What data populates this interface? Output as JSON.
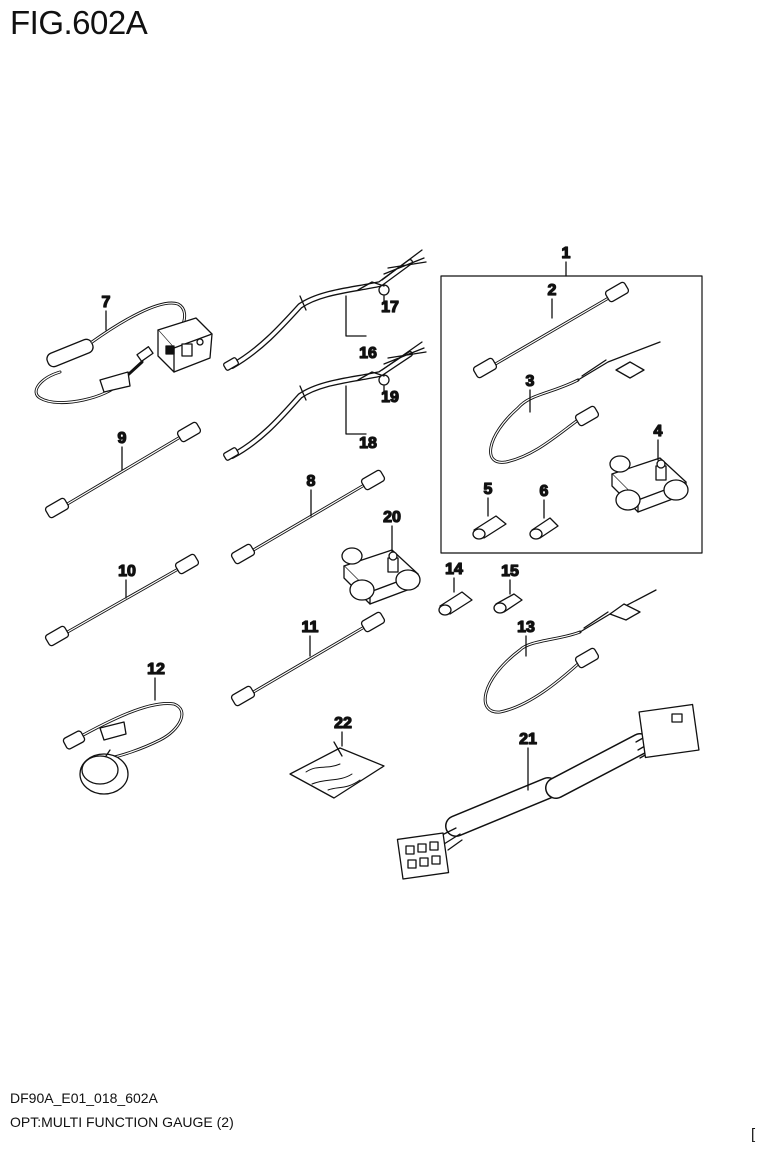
{
  "figure": {
    "title": "FIG.602A"
  },
  "callouts": {
    "c1": "1",
    "c2": "2",
    "c3": "3",
    "c4": "4",
    "c5": "5",
    "c6": "6",
    "c7": "7",
    "c8": "8",
    "c9": "9",
    "c10": "10",
    "c11": "11",
    "c12": "12",
    "c13": "13",
    "c14": "14",
    "c15": "15",
    "c16": "16",
    "c17": "17",
    "c18": "18",
    "c19": "19",
    "c20": "20",
    "c21": "21",
    "c22": "22"
  },
  "footer": {
    "code": "DF90A_E01_018_602A",
    "description": "OPT:MULTI FUNCTION GAUGE (2)",
    "corner": "["
  }
}
